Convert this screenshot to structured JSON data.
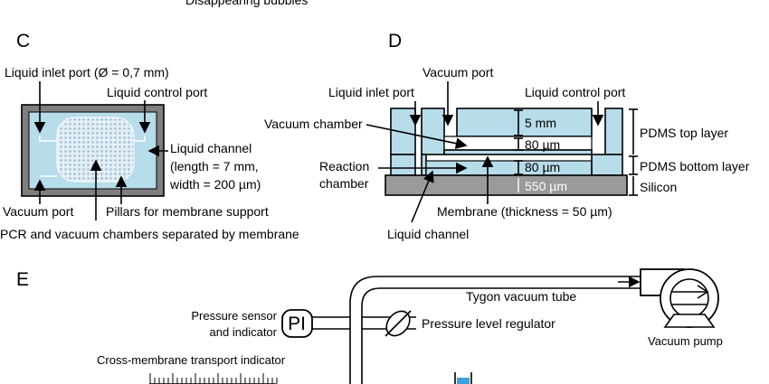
{
  "top_caption": "Disappearing bubbles",
  "panel_c": {
    "letter": "C",
    "liquid_inlet": "Liquid inlet port (Ø = 0,7 mm)",
    "liquid_control": "Liquid control port",
    "liquid_channel": "Liquid channel",
    "channel_length": "(length = 7 mm,",
    "channel_width": "width = 200 µm)",
    "vacuum_port": "Vacuum port",
    "pillars": "Pillars for membrane support",
    "pcr_caption": "PCR and vacuum chambers separated by membrane"
  },
  "panel_d": {
    "letter": "D",
    "vacuum_port": "Vacuum port",
    "liquid_inlet": "Liquid inlet port",
    "liquid_control": "Liquid control port",
    "vacuum_chamber": "Vacuum chamber",
    "reaction_1": "Reaction",
    "reaction_2": "chamber",
    "dim_5mm": "5 mm",
    "dim_80um_a": "80 µm",
    "dim_80um_b": "80 µm",
    "dim_550um": "550 µm",
    "pdms_top": "PDMS top layer",
    "pdms_bottom": "PDMS bottom layer",
    "silicon": "Silicon",
    "membrane": "Membrane (thickness = 50 µm)",
    "liquid_channel": "Liquid channel"
  },
  "panel_e": {
    "letter": "E",
    "tygon": "Tygon vacuum tube",
    "vacuum_pump": "Vacuum pump",
    "pressure_sensor_1": "Pressure sensor",
    "pressure_sensor_2": "and indicator",
    "pi_label": "PI",
    "pressure_regulator": "Pressure level regulator",
    "transport_indicator": "Cross-membrane transport indicator"
  },
  "colors": {
    "chamber_blue": "#b7dcea",
    "silicon_gray": "#9a9a9a",
    "frame_gray": "#7f7f7f"
  }
}
